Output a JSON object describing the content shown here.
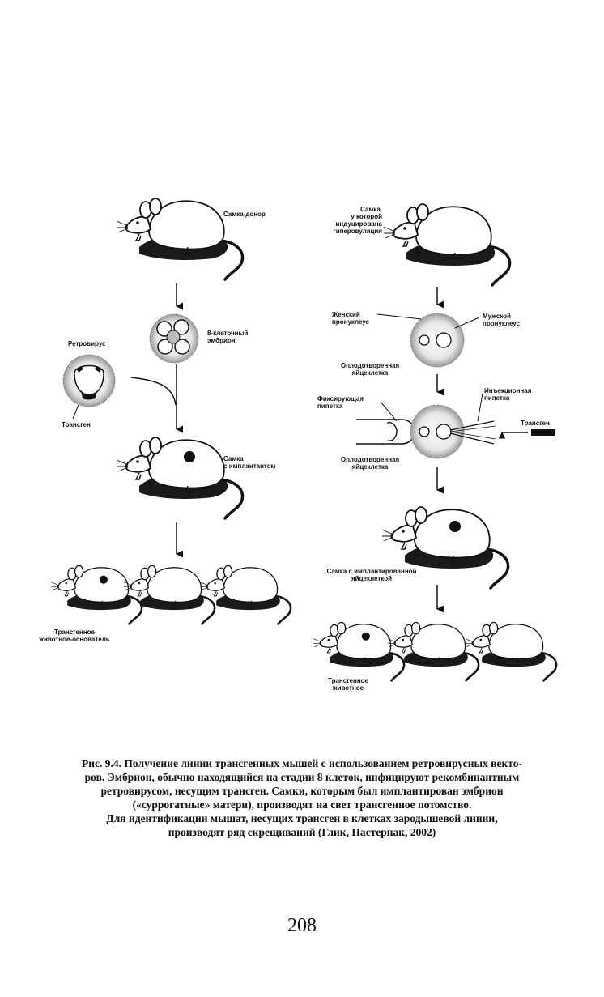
{
  "figure": {
    "left": {
      "donor_label": "Самка-донор",
      "embryo_label": [
        "8-клеточный",
        "эмбрион"
      ],
      "retrovirus_label": "Ретровирус",
      "transgene_label": "Трансген",
      "implanted_label": [
        "Самка",
        "с имплантантом"
      ],
      "founder_label": [
        "Трансгенное",
        "животное-основатель"
      ]
    },
    "right": {
      "female_label": [
        "Самка,",
        "у которой",
        "индуцирована",
        "гиперовуляция"
      ],
      "female_pronucleus": [
        "Женский",
        "пронуклеус"
      ],
      "male_pronucleus": [
        "Мужской",
        "пронуклеус"
      ],
      "fertilized_egg_1": [
        "Оплодотворенная",
        "яйцеклетка"
      ],
      "holding_pipette": [
        "Фиксирующая",
        "пипетка"
      ],
      "injection_pipette": [
        "Инъекционная",
        "пипетка"
      ],
      "transgene_label": "Трансген",
      "fertilized_egg_2": [
        "Оплодотворенная",
        "яйцеклетка"
      ],
      "implanted_label": "Самка с имплантированной яйцеклеткой",
      "result_label": [
        "Трансгенное",
        "животное"
      ]
    }
  },
  "caption": [
    "Рис. 9.4. Получение линии трансгенных мышей с использованием ретровирусных векто-",
    "ров. Эмбрион, обычно находящийся на стадии 8 клеток, инфицируют рекомбинантным",
    "ретровирусом, несущим трансген. Самки, которым был имплантирован эмбрион",
    "(«суррогатные» матери), производят на свет трансгенное потомство.",
    "Для идентификации мышат, несущих трансген в клетках зародышевой линии,",
    "производят ряд скрещиваний (Глик, Пастернак, 2002)"
  ],
  "page_number": "208"
}
